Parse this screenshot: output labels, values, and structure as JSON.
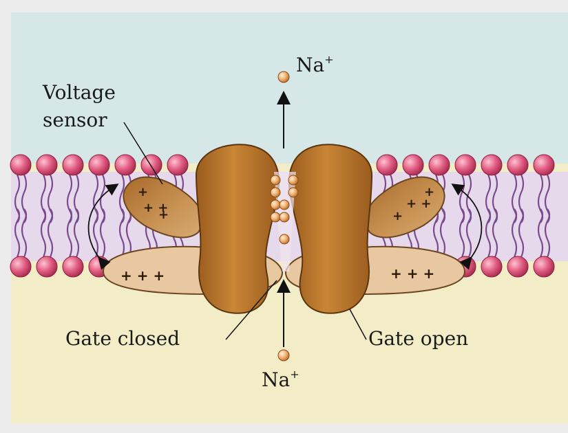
{
  "labels": {
    "ion_top": "Na",
    "ion_top_charge": "+",
    "ion_bottom": "Na",
    "ion_bottom_charge": "+",
    "voltage_sensor_line1": "Voltage",
    "voltage_sensor_line2": "sensor",
    "gate_closed": "Gate closed",
    "gate_open": "Gate open",
    "charges_left_upper_a": "+",
    "charges_left_upper_b": "+ +",
    "charges_left_lower": "+ + +",
    "charges_right_upper_a": "+",
    "charges_right_upper_b": "+ +",
    "charges_right_lower": "+ + +"
  },
  "colors": {
    "background": "#ececec",
    "extracellular": "#d4e6e6",
    "intracellular": "#f1ecc4",
    "lipid_head": "#d94a6e",
    "lipid_tail": "#8a5a9a",
    "channel_dark": "#b5742e",
    "channel_light": "#e9c8a0",
    "sensor": "#c8945a",
    "ion": "#e8a060"
  }
}
